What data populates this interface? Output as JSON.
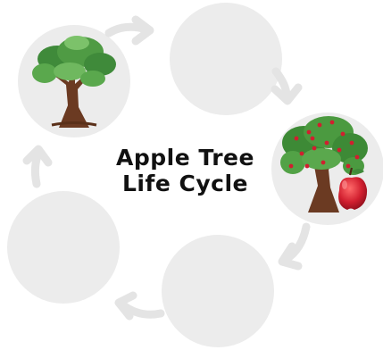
{
  "diagram": {
    "title_line1": "Apple Tree",
    "title_line2": "Life Cycle",
    "stages": [
      {
        "id": "seed",
        "image": "none"
      },
      {
        "id": "young-tree",
        "image": "tree-icon"
      },
      {
        "id": "flowering-tree",
        "image": "none"
      },
      {
        "id": "fruiting-tree",
        "image": "apple-tree-icon"
      },
      {
        "id": "apple",
        "image": "none"
      },
      {
        "id": "seedling",
        "image": "none"
      }
    ]
  },
  "colors": {
    "circle": "#ececec",
    "arrow": "#e6e6e6",
    "trunk": "#6b3a22",
    "leaves": "#3f8a3a",
    "apple": "#d11f2f"
  }
}
